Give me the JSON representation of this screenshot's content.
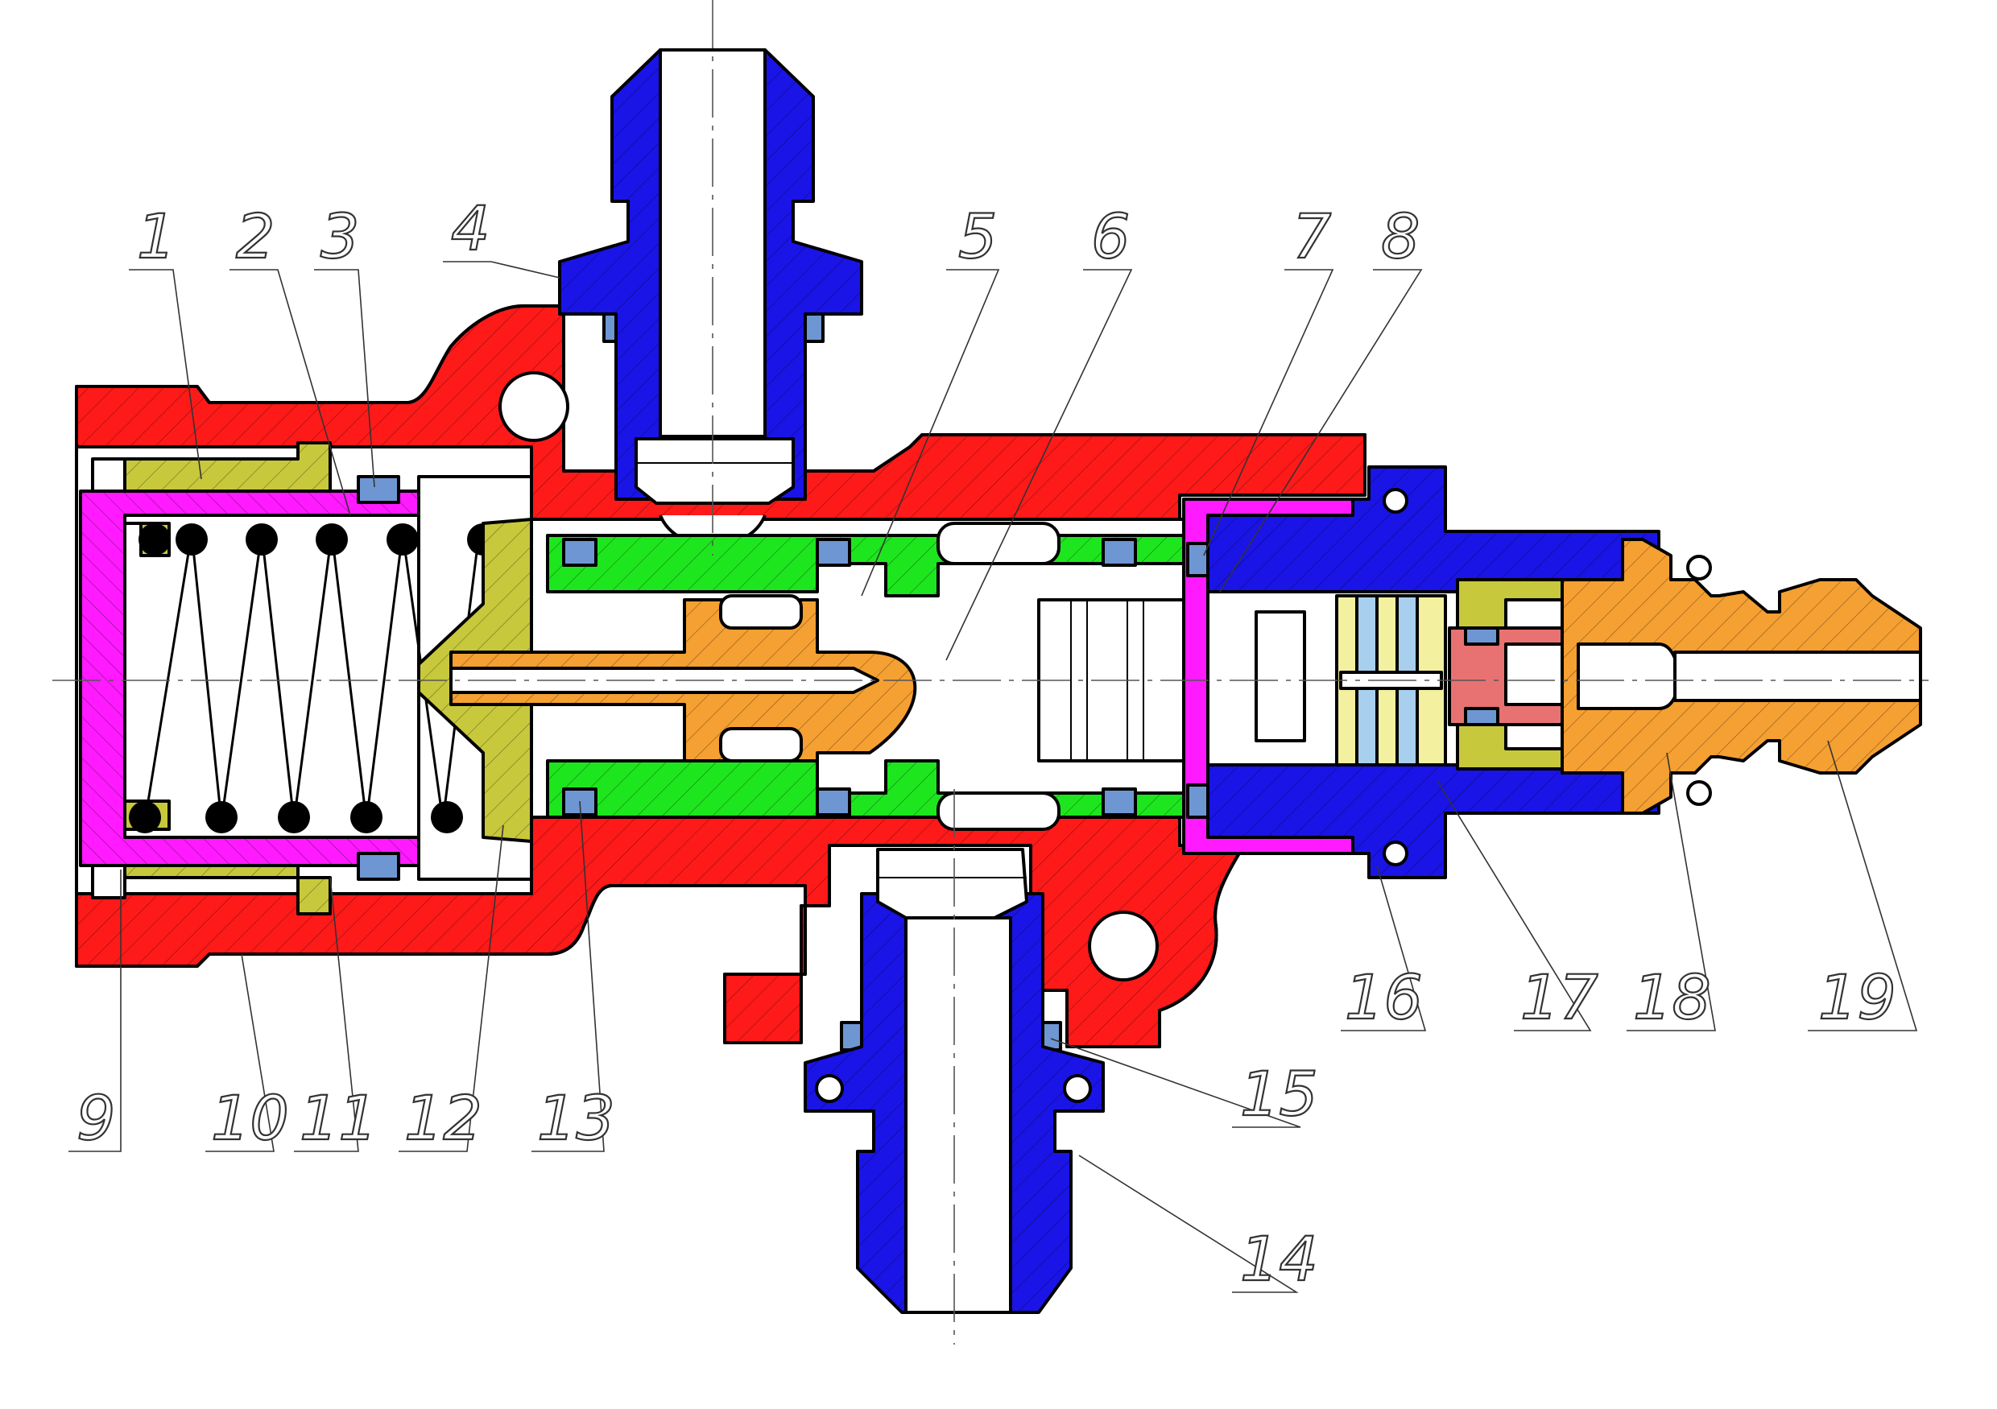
{
  "drawing": {
    "colors": {
      "body": "#ff1a1a",
      "fitting": "#1a14e6",
      "spring_cup": "#ff1aff",
      "bushing": "#c8c83c",
      "piston": "#1ee61e",
      "rod": "#f5a032",
      "seal": "#6e96d2",
      "insert_red": "#e87272",
      "disc_yellow": "#f3f0a0",
      "disc_blue": "#a8d0ee"
    },
    "callouts": [
      {
        "id": "c1",
        "label": "1"
      },
      {
        "id": "c2",
        "label": "2"
      },
      {
        "id": "c3",
        "label": "3"
      },
      {
        "id": "c4",
        "label": "4"
      },
      {
        "id": "c5",
        "label": "5"
      },
      {
        "id": "c6",
        "label": "6"
      },
      {
        "id": "c7",
        "label": "7"
      },
      {
        "id": "c8",
        "label": "8"
      },
      {
        "id": "c9",
        "label": "9"
      },
      {
        "id": "c10",
        "label": "10"
      },
      {
        "id": "c11",
        "label": "11"
      },
      {
        "id": "c12",
        "label": "12"
      },
      {
        "id": "c13",
        "label": "13"
      },
      {
        "id": "c14",
        "label": "14"
      },
      {
        "id": "c15",
        "label": "15"
      },
      {
        "id": "c16",
        "label": "16"
      },
      {
        "id": "c17",
        "label": "17"
      },
      {
        "id": "c18",
        "label": "18"
      },
      {
        "id": "c19",
        "label": "19"
      }
    ]
  }
}
